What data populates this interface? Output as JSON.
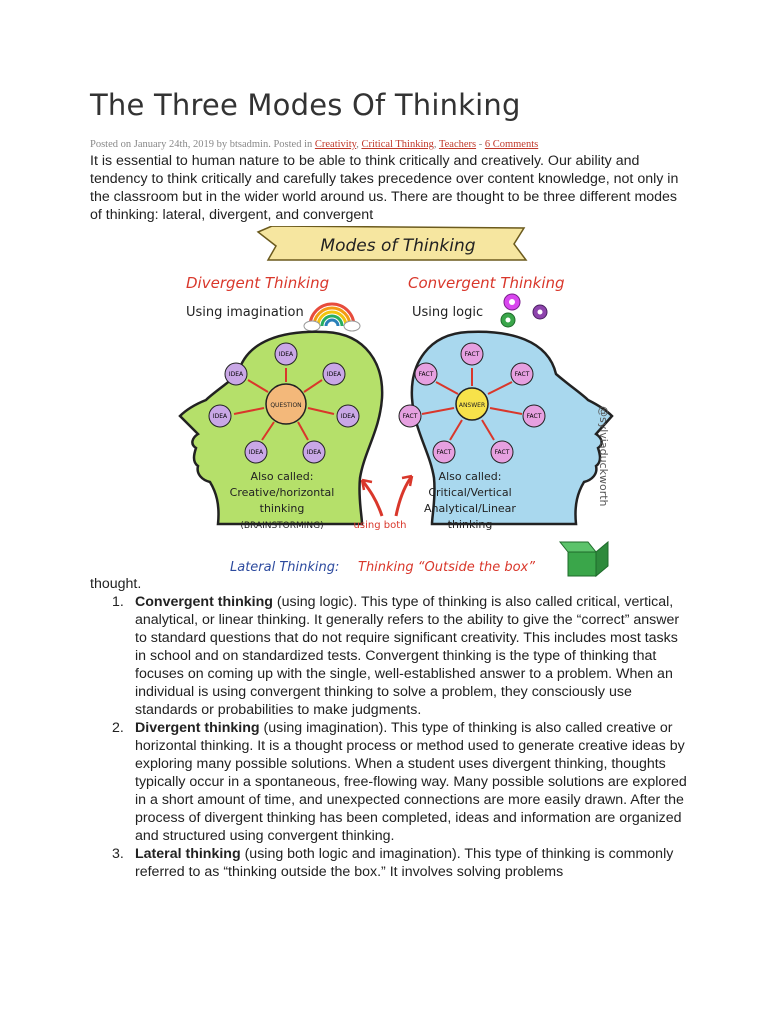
{
  "article": {
    "title": "The Three Modes Of Thinking",
    "meta": {
      "posted_on": "Posted on January 24th, 2019 by btsadmin. Posted in",
      "categories": [
        "Creativity",
        "Critical Thinking",
        "Teachers"
      ],
      "comments": "6 Comments"
    },
    "intro": "It is essential to human nature to be able to think critically and creatively. Our ability and tendency to think critically and carefully takes precedence over content knowledge, not only in the classroom but in the wider world around us. There are thought to be three different modes of thinking: lateral, divergent, and convergent",
    "trailing": "thought.",
    "items": [
      {
        "num": "1.",
        "term": "Convergent thinking",
        "text": " (using logic). This type of thinking is also called critical, vertical, analytical, or linear thinking. It generally refers to the ability to give the “correct” answer to standard questions that do not require significant creativity. This includes most tasks in school and on standardized tests. Convergent thinking is the type of thinking that focuses on coming up with the single, well-established answer to a problem. When an individual is using convergent thinking to solve a problem, they consciously use standards or probabilities to make judgments."
      },
      {
        "num": "2.",
        "term": "Divergent thinking",
        "text": " (using imagination). This type of thinking is also called creative or horizontal thinking. It is a thought process or method used to generate creative ideas by exploring many possible solutions. When a student uses divergent thinking, thoughts typically occur in a spontaneous, free-flowing way. Many possible solutions are explored in a short amount of time, and unexpected connections are more easily drawn. After the process of divergent thinking has been completed, ideas and information are organized and structured using convergent thinking."
      },
      {
        "num": "3.",
        "term": "Lateral thinking",
        "text": " (using both logic and imagination). This type of thinking is commonly referred to as “thinking outside the box.” It involves solving problems"
      }
    ]
  },
  "figure": {
    "banner": "Modes of Thinking",
    "divergent_title": "Divergent Thinking",
    "divergent_sub": "Using imagination",
    "convergent_title": "Convergent Thinking",
    "convergent_sub": "Using logic",
    "question": "QUESTION",
    "answer": "ANSWER",
    "idea": "IDEA",
    "fact": "FACT",
    "div_also_1": "Also called:",
    "div_also_2": "Creative/horizontal",
    "div_also_3": "thinking",
    "div_also_4": "(BRAINSTORMING)",
    "conv_also_1": "Also called:",
    "conv_also_2": "Critical/Vertical",
    "conv_also_3": "Analytical/Linear",
    "conv_also_4": "thinking",
    "using_both": "using both",
    "lateral_label": "Lateral Thinking:",
    "lateral_desc": "Thinking “Outside the box”",
    "credit": "@sylviaduckworth",
    "colors": {
      "green_head": "#b5e06a",
      "blue_head": "#a9d8ee",
      "red": "#d9372b",
      "idea_bubble": "#c9a7e6",
      "question_bubble": "#f3b87a",
      "answer_bubble": "#f7e24a",
      "banner": "#f6e6a0"
    }
  }
}
